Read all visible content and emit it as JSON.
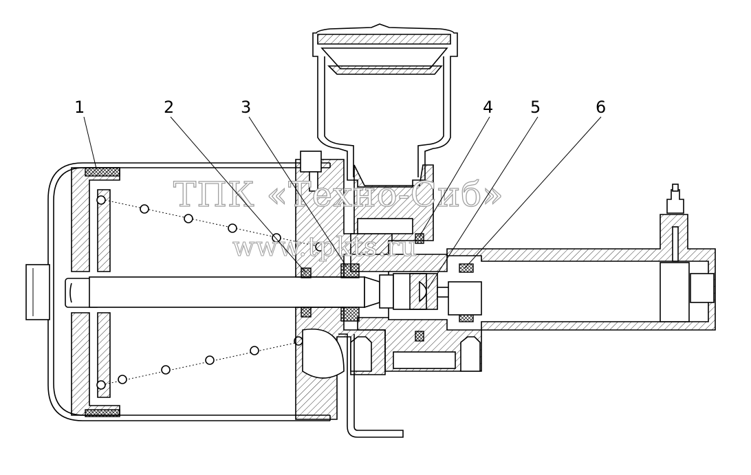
{
  "watermark": {
    "line1": "ТПК «Техно-Сиб»",
    "line2": "www.tpkts.ru"
  },
  "callouts": [
    {
      "id": "1",
      "label": "1"
    },
    {
      "id": "2",
      "label": "2"
    },
    {
      "id": "3",
      "label": "3"
    },
    {
      "id": "4",
      "label": "4"
    },
    {
      "id": "5",
      "label": "5"
    },
    {
      "id": "6",
      "label": "6"
    }
  ],
  "colors": {
    "line": "#000000",
    "background": "#ffffff",
    "watermark_outline": "#a0a0a0"
  }
}
